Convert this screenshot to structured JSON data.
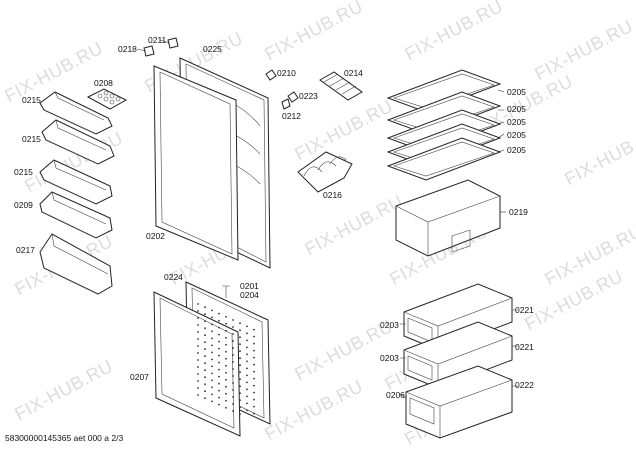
{
  "watermark": {
    "text": "FIX-HUB.RU",
    "color": "#dcdcdc"
  },
  "labels": {
    "l0211": "0211",
    "l0218": "0218",
    "l0225": "0225",
    "l0210": "0210",
    "l0214": "0214",
    "l0223": "0223",
    "l0212": "0212",
    "l0208": "0208",
    "l0215a": "0215",
    "l0215b": "0215",
    "l0215c": "0215",
    "l0209": "0209",
    "l0217": "0217",
    "l0202": "0202",
    "l0216": "0216",
    "l0205a": "0205",
    "l0205b": "0205",
    "l0205c": "0205",
    "l0205d": "0205",
    "l0205e": "0205",
    "l0219": "0219",
    "l0224": "0224",
    "l0201": "0201",
    "l0204": "0204",
    "l0207": "0207",
    "l0203a": "0203",
    "l0203b": "0203",
    "l0206": "0206",
    "l0221a": "0221",
    "l0221b": "0221",
    "l0222": "0222"
  },
  "footer": "58300000145365 aet 000 a 2/3"
}
